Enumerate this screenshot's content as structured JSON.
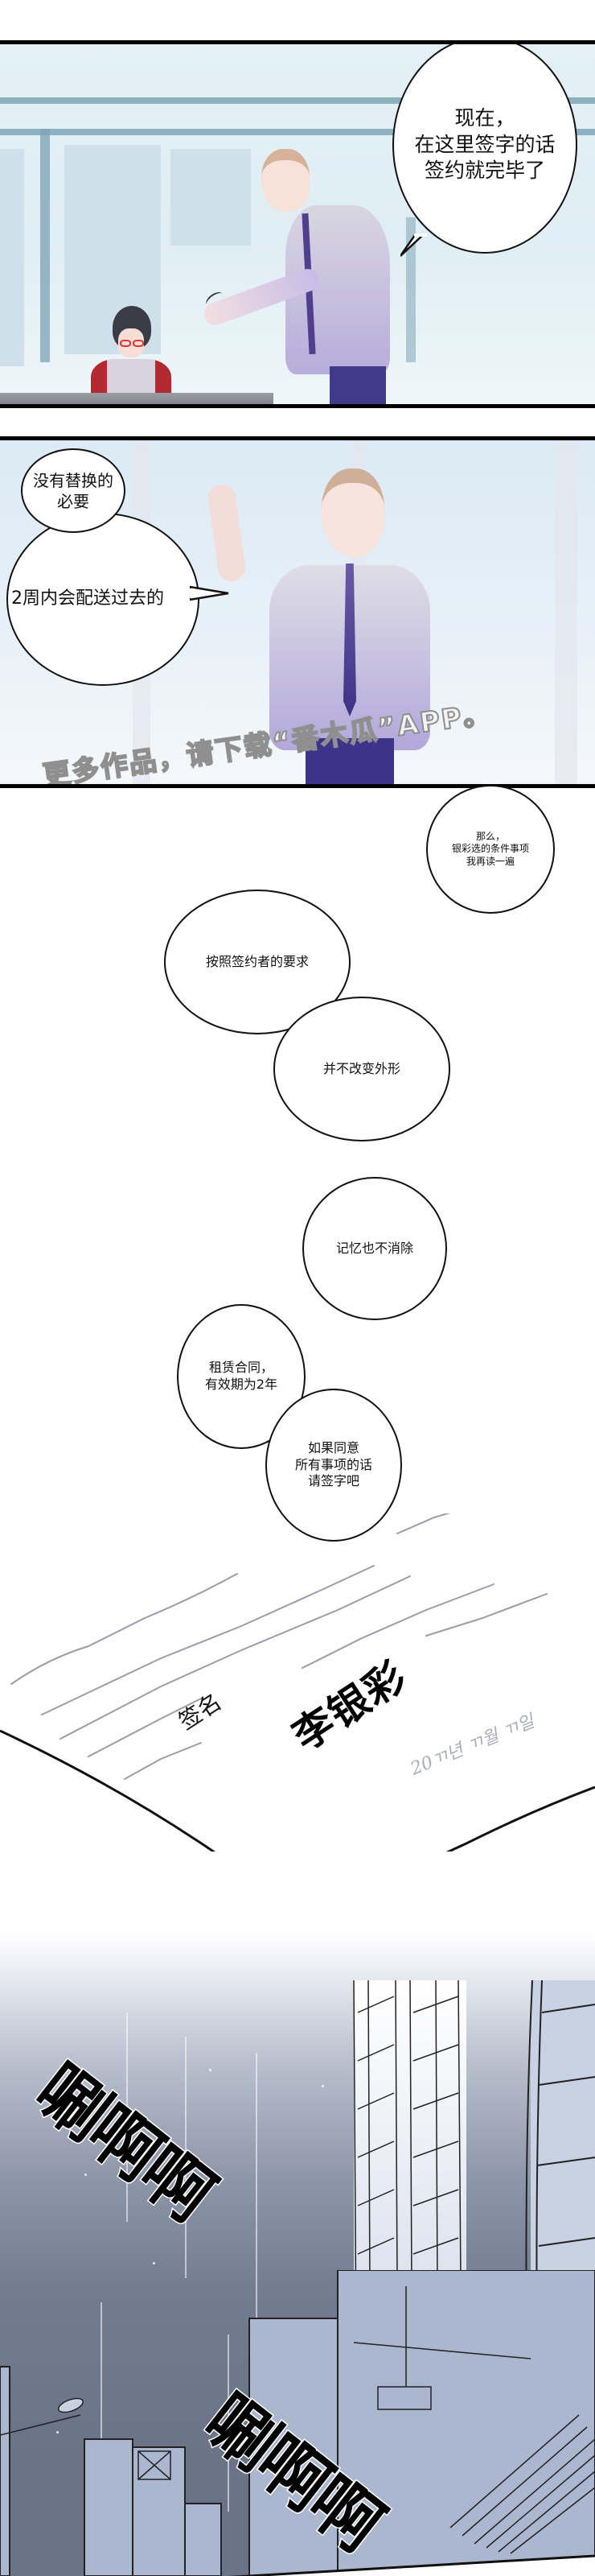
{
  "page": {
    "title": "Webtoon page — contract signing scene",
    "background": "#ffffff"
  },
  "panel1": {
    "bubble": {
      "text": "现在，\n在这里签字的话\n签约就完毕了"
    },
    "colors": {
      "sky": "#e3f1f6",
      "frame": "#7fa6b6",
      "shirt": "#cfc8dc",
      "tie": "#4f3f8f",
      "pants": "#3f3a8a",
      "tshirt_red": "#b22a2f",
      "desk": "#8e8e96"
    }
  },
  "panel2": {
    "bubble_top": {
      "text": "没有替换的\n必要"
    },
    "bubble_main": {
      "text": "2周内会配送过去的"
    },
    "watermark": "更多作品，请下载“番木瓜”APP。"
  },
  "blank_section": {
    "bubble_1": {
      "text": "那么，\n银彩选的条件事项\n我再读一遍"
    },
    "bubble_2": {
      "text": "按照签约者的要求"
    },
    "bubble_3": {
      "text": "并不改变外形"
    },
    "bubble_4": {
      "text": "记忆也不消除"
    },
    "bubble_5": {
      "text": "租赁合同，\n有效期为2年"
    },
    "bubble_6": {
      "text": "如果同意\n所有事项的话\n请签字吧"
    }
  },
  "document": {
    "sign_label": "签名",
    "signature": "李银彩",
    "date_scribble": "20ㄲ년 ㄲ월 ㄲ일"
  },
  "panel3": {
    "sfx_1": "唰啊啊",
    "sfx_2": "唰啊啊",
    "colors": {
      "sky_top": "#b9bfcd",
      "sky_bottom": "#6b7388",
      "building": "#aab8d0"
    }
  }
}
